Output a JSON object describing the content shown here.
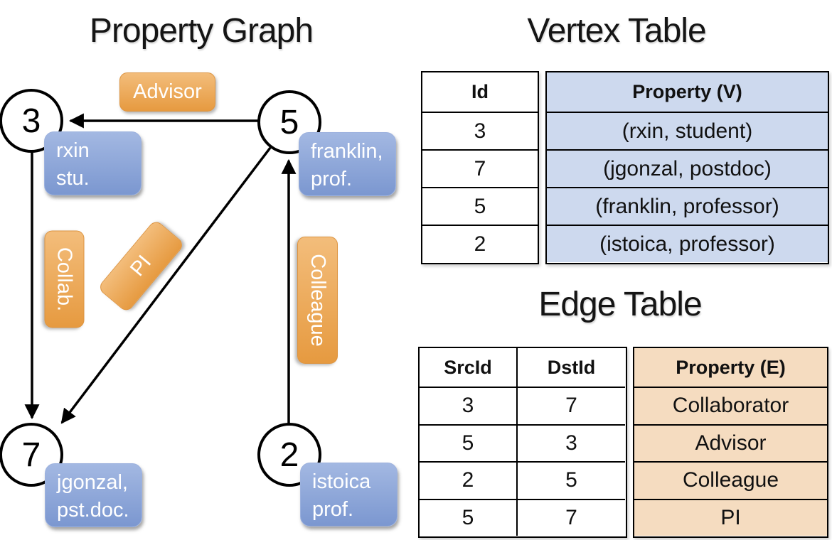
{
  "colors": {
    "orange_light": "#f3bd7b",
    "orange_dark": "#e69a40",
    "blue_light": "#a3b8e2",
    "blue_dark": "#7b97d0",
    "table_blue": "#cdd9ee",
    "table_tan": "#f5dcc0"
  },
  "graph": {
    "title": "Property Graph",
    "nodes": [
      {
        "id": "3"
      },
      {
        "id": "5"
      },
      {
        "id": "7"
      },
      {
        "id": "2"
      }
    ],
    "vertex_labels": [
      {
        "line1": "rxin",
        "line2": "stu."
      },
      {
        "line1": "franklin,",
        "line2": "prof."
      },
      {
        "line1": "jgonzal,",
        "line2": "pst.doc."
      },
      {
        "line1": "istoica",
        "line2": "prof."
      }
    ],
    "edge_labels": {
      "advisor": "Advisor",
      "collab": "Collab.",
      "pi": "PI",
      "colleague": "Colleague"
    }
  },
  "vertex_table": {
    "title": "Vertex Table",
    "col_id": "Id",
    "col_property": "Property (V)",
    "rows": [
      {
        "id": "3",
        "property": "(rxin, student)"
      },
      {
        "id": "7",
        "property": "(jgonzal, postdoc)"
      },
      {
        "id": "5",
        "property": "(franklin, professor)"
      },
      {
        "id": "2",
        "property": "(istoica, professor)"
      }
    ]
  },
  "edge_table": {
    "title": "Edge Table",
    "col_src": "SrcId",
    "col_dst": "DstId",
    "col_property": "Property (E)",
    "rows": [
      {
        "src": "3",
        "dst": "7",
        "property": "Collaborator"
      },
      {
        "src": "5",
        "dst": "3",
        "property": "Advisor"
      },
      {
        "src": "2",
        "dst": "5",
        "property": "Colleague"
      },
      {
        "src": "5",
        "dst": "7",
        "property": "PI"
      }
    ]
  }
}
